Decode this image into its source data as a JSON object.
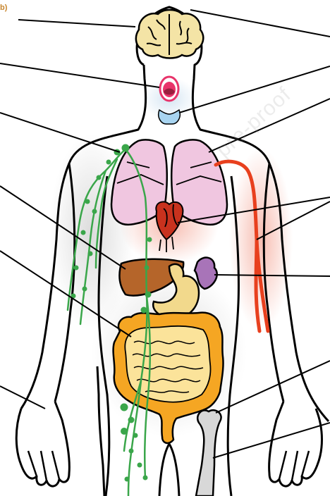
{
  "figure": {
    "corner_label": "b)",
    "watermark": "pre-proof",
    "leader_lines": [
      "brain",
      "mouth",
      "lymph-node",
      "liver",
      "small-intestine",
      "hand",
      "brain-right",
      "thyroid",
      "lung",
      "heart",
      "blood-vessel",
      "pancreas",
      "large-intestine",
      "bone"
    ]
  },
  "colors": {
    "outline": "#000000",
    "brain": "#f4e4a6",
    "mouth": "#e8336a",
    "thyroid": "#a8d4f0",
    "lungs": "#f0c6e0",
    "heart": "#c8321e",
    "liver": "#b5652a",
    "pancreas": "#a874b8",
    "stomach": "#f2d98c",
    "intestine": "#f5a623",
    "intestine_fill": "#fbe39a",
    "blood_vessel": "#e8401e",
    "lymph": "#3aa64a",
    "bone": "#d8d8d8",
    "label_accent": "#c8862e"
  }
}
